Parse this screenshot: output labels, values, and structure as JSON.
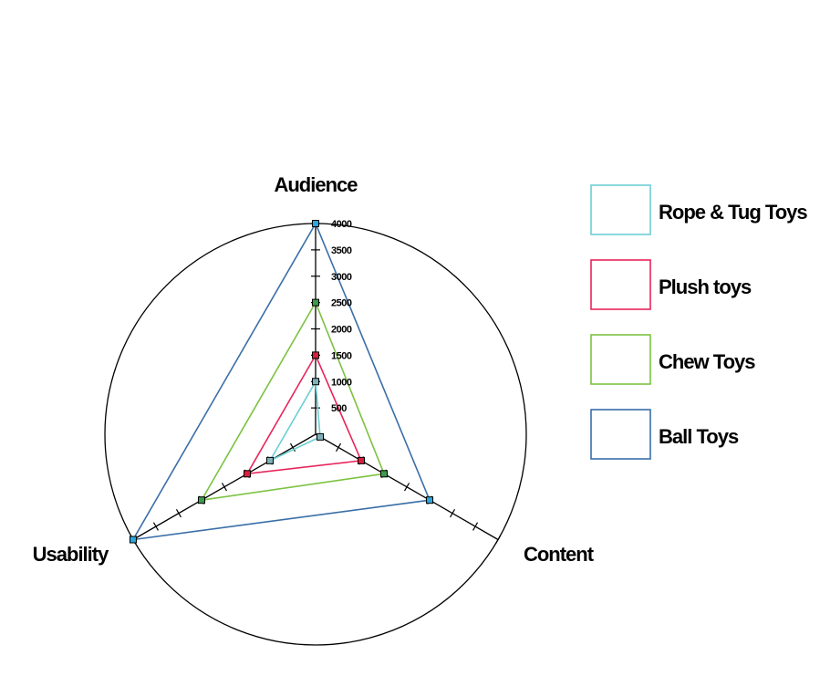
{
  "chart_data": {
    "type": "radar",
    "title": "",
    "axes": [
      "Audience",
      "Content",
      "Usability"
    ],
    "rmax": 4000,
    "ticks": [
      500,
      1000,
      1500,
      2000,
      2500,
      3000,
      3500,
      4000
    ],
    "tick_labels": [
      "500",
      "1000",
      "1500",
      "2000",
      "2500",
      "3000",
      "3500",
      "4000"
    ],
    "series": [
      {
        "name": "Rope & Tug Toys",
        "color": "#6ccfd4",
        "values": [
          1000,
          100,
          1000
        ]
      },
      {
        "name": "Plush toys",
        "color": "#e8245a",
        "values": [
          1500,
          1000,
          1500
        ]
      },
      {
        "name": "Chew Toys",
        "color": "#7cc242",
        "values": [
          2500,
          1500,
          2500
        ]
      },
      {
        "name": "Ball Toys",
        "color": "#3a6ea8",
        "values": [
          4000,
          2500,
          4000
        ]
      }
    ],
    "marker_colors": {
      "Rope & Tug Toys": "#7fb0b8",
      "Plush toys": "#d8203e",
      "Chew Toys": "#3e9a4e",
      "Ball Toys": "#2ea6d8"
    },
    "legend_position": "right",
    "grid": false
  }
}
